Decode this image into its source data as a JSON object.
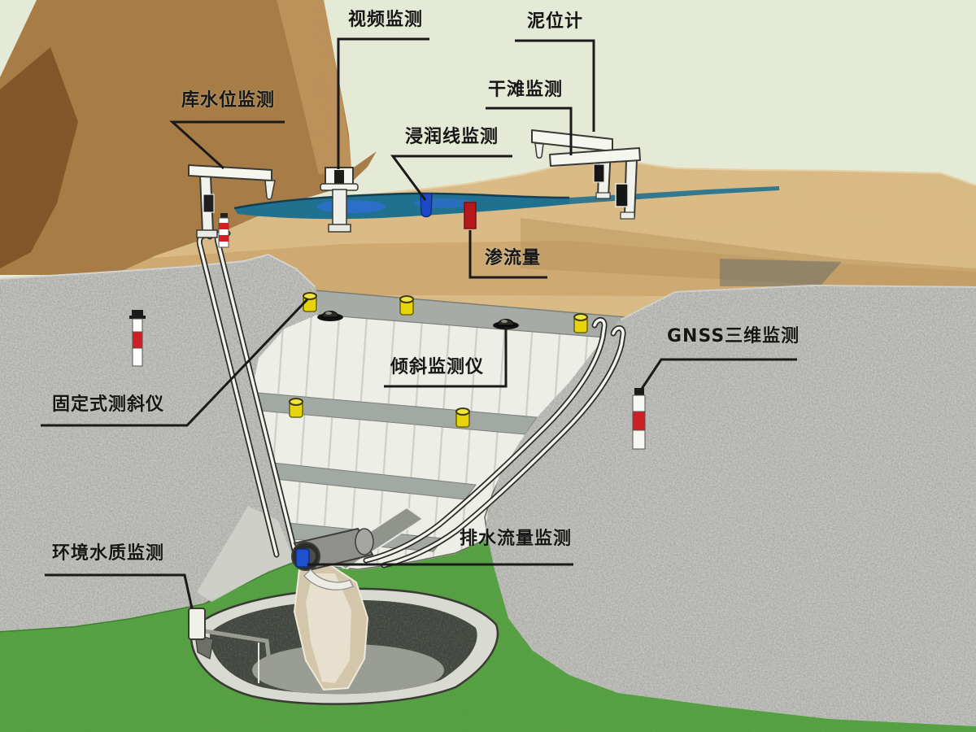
{
  "labels": {
    "video": {
      "text": "视频监测"
    },
    "mud_level": {
      "text": "泥位计"
    },
    "dry_beach": {
      "text": "干滩监测"
    },
    "reservoir_level": {
      "text": "库水位监测"
    },
    "phreatic_line": {
      "text": "浸润线监测"
    },
    "seepage_flow": {
      "text": "渗流量"
    },
    "gnss": {
      "text": "GNSS三维监测"
    },
    "tilt_monitor": {
      "text": "倾斜监测仪"
    },
    "fixed_inclinometer": {
      "text": "固定式测斜仪"
    },
    "drainage_flow": {
      "text": "排水流量监测"
    },
    "water_quality": {
      "text": "环境水质监测"
    }
  },
  "colors": {
    "sky": "#e4ead5",
    "sand": "#dabb86",
    "mountain_brown": "#a87c46",
    "rock_gray": "#bcbcb8",
    "grass_green": "#55a042",
    "water_teal": "#20718f",
    "water_blue": "#2e6fd2",
    "dam_concrete": "#edeee8",
    "berm_gray": "#9fa5a0",
    "sensor_yellow": "#e6d409",
    "marker_red": "#cf2024",
    "sensor_blue": "#1d49c8",
    "leader_line": "#1a1a1a"
  }
}
